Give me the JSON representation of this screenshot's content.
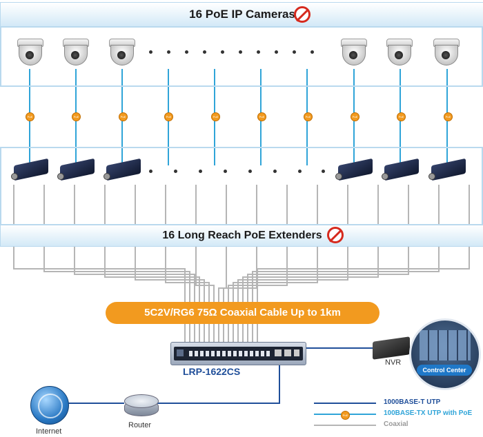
{
  "cameras_title": "16 PoE IP Cameras",
  "extenders_title": "16 Long Reach PoE Extenders",
  "cable_banner": "5C2V/RG6 75Ω Coaxial Cable Up to 1km",
  "switch_model": "LRP-1622CS",
  "nvr_label": "NVR",
  "control_center_label": "Control Center",
  "router_label": "Router",
  "internet_label": "Internet",
  "poe_badge": "PoE",
  "legend": {
    "utp_label": "1000BASE-T UTP",
    "poe_label": "100BASE-TX UTP with PoE",
    "coax_label": "Coaxial"
  },
  "colors": {
    "utp": "#1f4e99",
    "poe_line": "#2fa4d8",
    "coax": "#b5b5b5",
    "poe_badge": "#f29a1f",
    "banner_orange": "#f29a1f",
    "panel_border": "#b9d9ee"
  },
  "icons": {
    "camera": "dome-camera-icon",
    "extender": "poe-extender-icon",
    "no_power": "no-power-icon",
    "switch": "switch-icon",
    "nvr": "nvr-icon",
    "router": "router-icon",
    "internet": "globe-icon"
  }
}
